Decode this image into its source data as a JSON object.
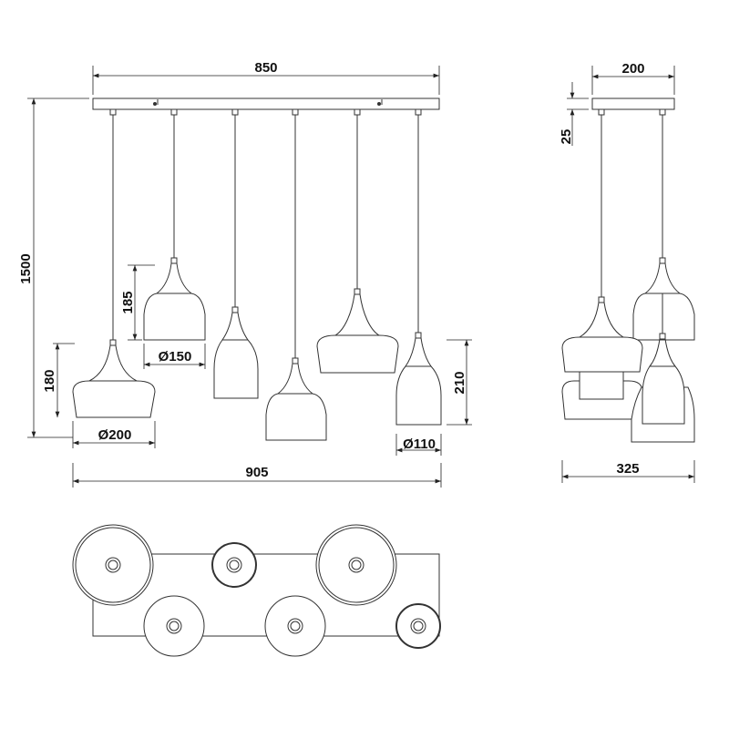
{
  "drawing": {
    "front_view": {
      "canopy_length": "850",
      "total_height": "1500",
      "overall_width": "905",
      "shade_height_large": "180",
      "shade_diameter_large": "Ø200",
      "shade_height_medium": "185",
      "shade_diameter_medium": "Ø150",
      "shade_height_small": "210",
      "shade_diameter_small": "Ø110"
    },
    "side_view": {
      "canopy_width": "200",
      "canopy_height": "25",
      "overall_depth": "325"
    },
    "line_color": "#333333"
  }
}
